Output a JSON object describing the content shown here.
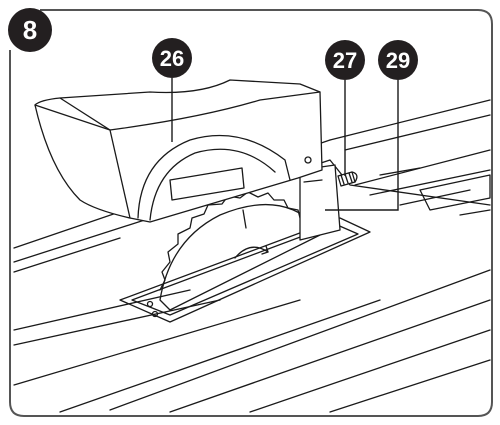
{
  "figure": {
    "step_number": "8",
    "callouts": [
      {
        "label": "26"
      },
      {
        "label": "27"
      },
      {
        "label": "29"
      }
    ],
    "colors": {
      "badge": "#231f20",
      "line": "#1a1a1a",
      "frame": "#333333",
      "background": "#ffffff"
    }
  }
}
